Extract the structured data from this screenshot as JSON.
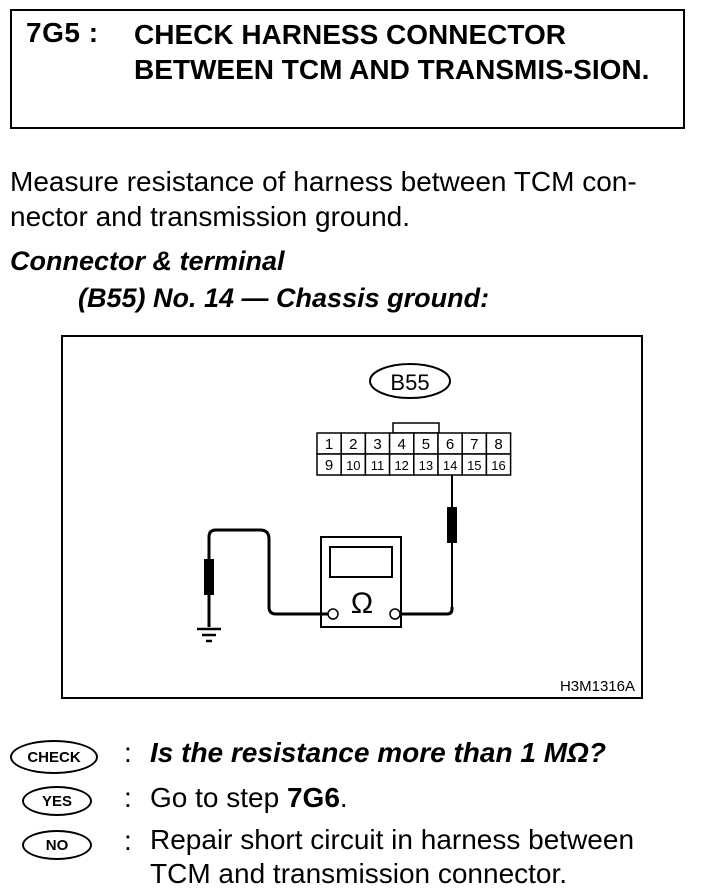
{
  "step": {
    "id": "7G5 :",
    "title": "CHECK HARNESS CONNECTOR BETWEEN TCM AND TRANSMIS-SION."
  },
  "intro": "Measure resistance of harness between TCM con-nector and transmission ground.",
  "connector": {
    "heading": "Connector & terminal",
    "detail": "(B55) No. 14 — Chassis ground:"
  },
  "diagram": {
    "connector_label": "B55",
    "terminals_top": [
      "1",
      "2",
      "3",
      "4",
      "5",
      "6",
      "7",
      "8"
    ],
    "terminals_bottom": [
      "9",
      "10",
      "11",
      "12",
      "13",
      "14",
      "15",
      "16"
    ],
    "meter_symbol": "Ω",
    "figure_code": "H3M1316A"
  },
  "check": {
    "badge": "CHECK",
    "colon": ":",
    "question": "Is the resistance more than 1 MΩ?"
  },
  "yes": {
    "badge": "YES",
    "colon": ":",
    "text_prefix": "Go to step ",
    "step_ref": "7G6",
    "text_suffix": "."
  },
  "no": {
    "badge": "NO",
    "colon": ":",
    "text": "Repair short circuit in harness between TCM and transmission connector."
  }
}
